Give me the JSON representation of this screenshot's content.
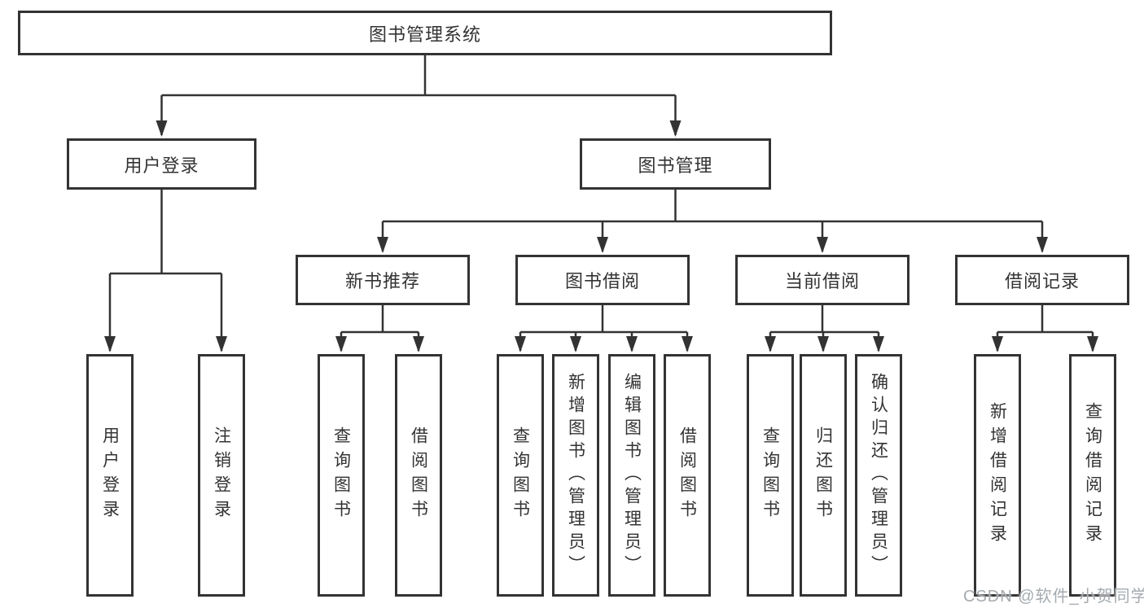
{
  "colors": {
    "line": "#333333",
    "text": "#333333",
    "box_background": "#ffffff",
    "page_background": "#ffffff",
    "watermark": "#a5abb0"
  },
  "tree": {
    "root": {
      "label": "图书管理系统"
    },
    "branches": [
      {
        "label": "用户登录",
        "children": [
          {
            "label": "用户登录"
          },
          {
            "label": "注销登录"
          }
        ]
      },
      {
        "label": "图书管理",
        "children": [
          {
            "label": "新书推荐",
            "children": [
              {
                "label": "查询图书"
              },
              {
                "label": "借阅图书"
              }
            ]
          },
          {
            "label": "图书借阅",
            "children": [
              {
                "label": "查询图书"
              },
              {
                "label": "新增图书（管理员）"
              },
              {
                "label": "编辑图书（管理员）"
              },
              {
                "label": "借阅图书"
              }
            ]
          },
          {
            "label": "当前借阅",
            "children": [
              {
                "label": "查询图书"
              },
              {
                "label": "归还图书"
              },
              {
                "label": "确认归还（管理员）"
              }
            ]
          },
          {
            "label": "借阅记录",
            "children": [
              {
                "label": "新增借阅记录"
              },
              {
                "label": "查询借阅记录"
              }
            ]
          }
        ]
      }
    ]
  },
  "watermark": {
    "text": "CSDN @软件_小贺同学"
  }
}
